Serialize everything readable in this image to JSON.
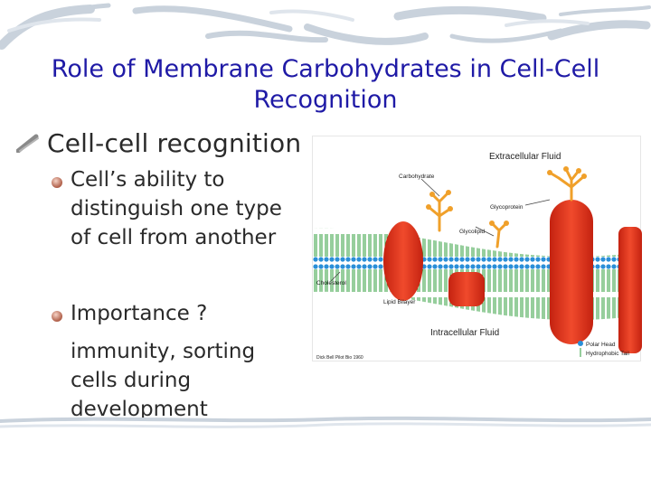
{
  "slide": {
    "title": "Role of Membrane Carbohydrates in Cell-Cell Recognition",
    "bullet_main": "Cell-cell recognition",
    "sub_bullets": [
      {
        "text": "Cell’s ability to\ndistinguish one type\nof cell from another"
      },
      {
        "text": "Importance ?"
      }
    ],
    "importance_detail": "immunity, sorting\ncells during\ndevelopment"
  },
  "figure": {
    "extracellular_label": "Extracellular Fluid",
    "intracellular_label": "Intracellular Fluid",
    "carbohydrate_label": "Carbohydrate",
    "glycoprotein_label": "Glycoprotein",
    "glycolipid_label": "Glycolipid",
    "cholesterol_label": "Cholesterol",
    "lipid_bilayer_label": "Lipid Bilayer",
    "polar_head_label": "Polar Head",
    "hydrophobic_tail_label": "Hydrophobic Tail",
    "credit": "Dick Bell Pilot Bio 1960"
  },
  "colors": {
    "title": "#1f1aa6",
    "text": "#2a2a2a",
    "protein": "#e8341c",
    "carbohydrate": "#f0a02a",
    "bilayer_head": "#2a8fd8",
    "bilayer_tail": "#2e9e3a"
  }
}
